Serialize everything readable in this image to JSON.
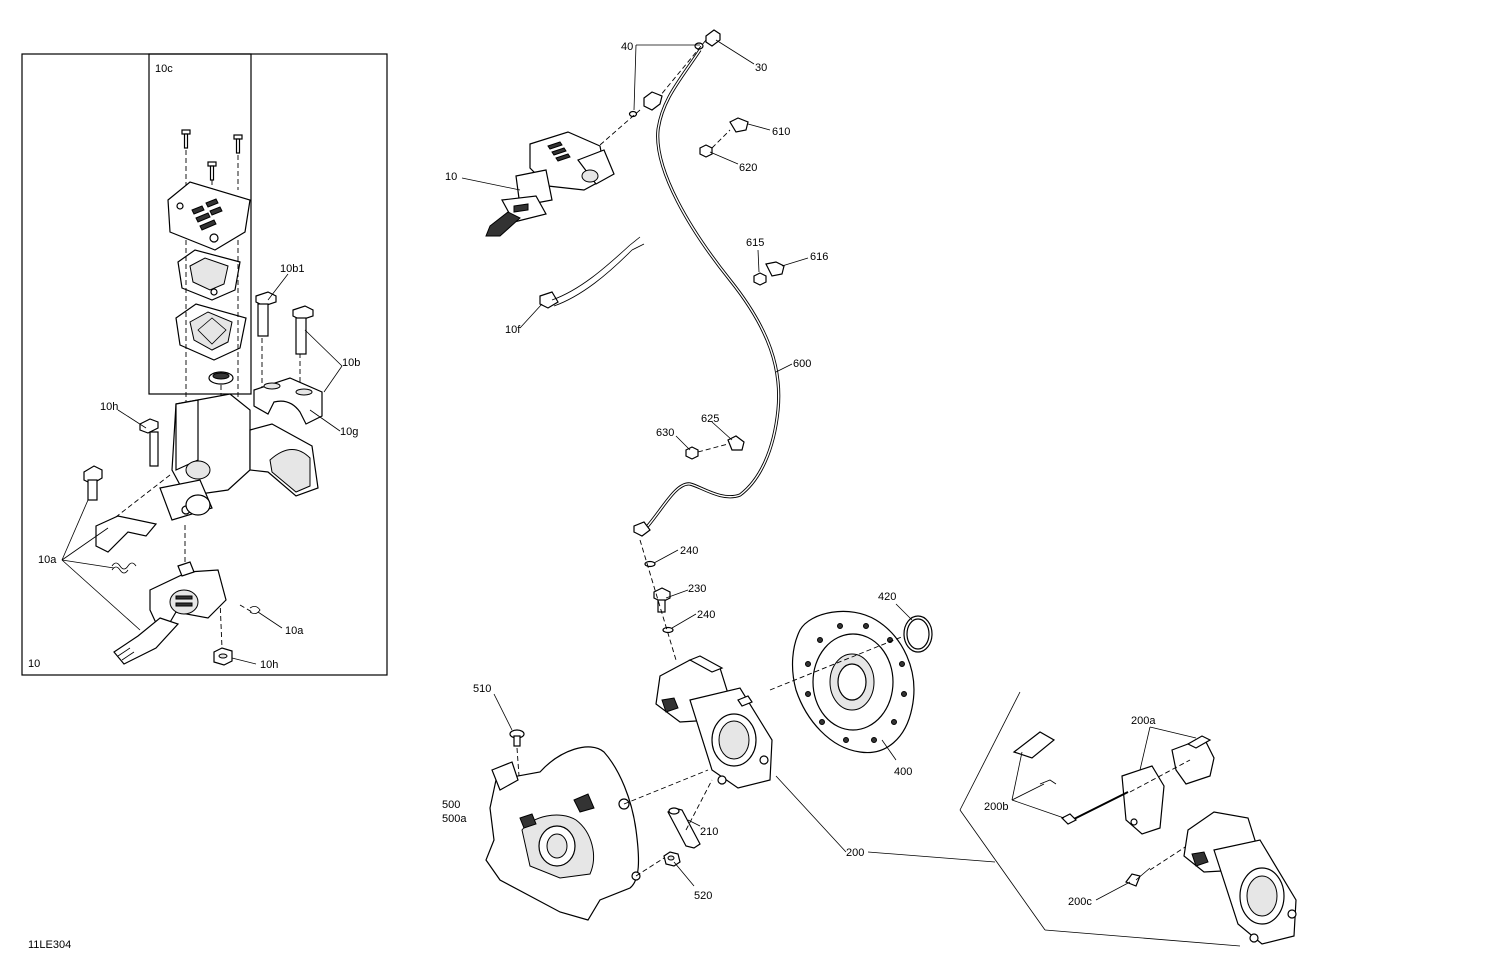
{
  "figure_code": "11LE304",
  "labels": {
    "l10_box": "10",
    "l10c": "10c",
    "l10b1": "10b1",
    "l10b": "10b",
    "l10g": "10g",
    "l10h_top": "10h",
    "l10a_left": "10a",
    "l10a_right": "10a",
    "l10h_bottom": "10h",
    "l40": "40",
    "l30": "30",
    "l10": "10",
    "l610": "610",
    "l620": "620",
    "l615": "615",
    "l616": "616",
    "l10f": "10f",
    "l600": "600",
    "l625": "625",
    "l630": "630",
    "l240_top": "240",
    "l230": "230",
    "l240_bottom": "240",
    "l420": "420",
    "l400": "400",
    "l510": "510",
    "l500": "500",
    "l500a": "500a",
    "l210": "210",
    "l520": "520",
    "l200": "200",
    "l200a": "200a",
    "l200b": "200b",
    "l200c": "200c"
  }
}
